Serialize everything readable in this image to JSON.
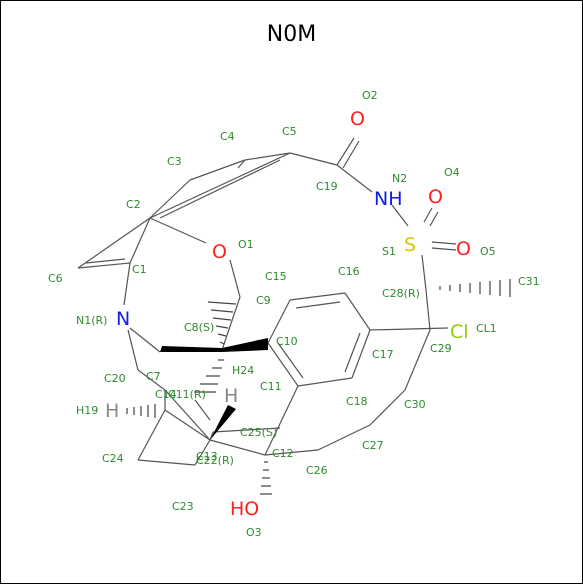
{
  "title": "N0M",
  "atoms": {
    "N2": "NH",
    "N1": "N",
    "O1": "O",
    "O2": "O",
    "O4": "O",
    "O5": "O",
    "S1": "S",
    "CL1": "Cl",
    "O3": "HO",
    "H19": "H",
    "H24": "H"
  },
  "labels": {
    "O2": "O2",
    "N2": "N2",
    "O4": "O4",
    "O5": "O5",
    "S1": "S1",
    "C31": "C31",
    "C28": "C28(R)",
    "CL1": "CL1",
    "C29": "C29",
    "C5": "C5",
    "C4": "C4",
    "C3": "C3",
    "C19": "C19",
    "C2": "C2",
    "O1": "O1",
    "C6": "C6",
    "C1": "C1",
    "C15": "C15",
    "C16": "C16",
    "N1": "N1(R)",
    "C9": "C9",
    "C8": "C8(S)",
    "C10": "C10",
    "C17": "C17",
    "C20": "C20",
    "C7": "C7",
    "C14": "C14",
    "C11R": "C11(R)",
    "H24": "H24",
    "C11": "C11",
    "C18": "C18",
    "C30": "C30",
    "H19": "H19",
    "C25": "C25(S)",
    "C27": "C27",
    "C24": "C24",
    "C13": "C13",
    "C22": "C22(R)",
    "C12": "C12",
    "C26": "C26",
    "C23": "C23",
    "O3": "O3"
  }
}
